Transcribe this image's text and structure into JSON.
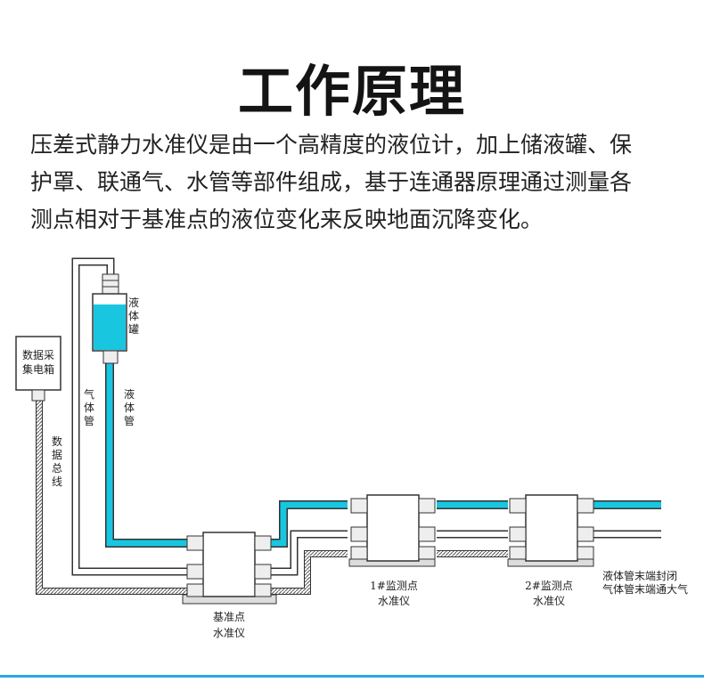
{
  "title": "工作原理",
  "description": [
    "压差式静力水准仪是由一个高精度的液位计，加上储液罐、保",
    "护罩、联通气、水管等部件组成，基于连通器原理通过测量各",
    "测点相对于基准点的液位变化来反映地面沉降变化。"
  ],
  "diagram": {
    "collector_box": "数据采集电箱",
    "data_bus": "数据总线",
    "tank": "液体罐",
    "gas_pipe": "气体管",
    "liquid_pipe": "液体管",
    "reference_unit": [
      "基准点",
      "水准仪"
    ],
    "monitor1": [
      "1#监测点",
      "水准仪"
    ],
    "monitor2": [
      "2#监测点",
      "水准仪"
    ],
    "end_note_liquid": "液体管末端封闭",
    "end_note_gas": "气体管末端通大气",
    "colors": {
      "liquid": "#19c6e0",
      "outline": "#333333",
      "accent_line": "#2aa8e0"
    }
  }
}
